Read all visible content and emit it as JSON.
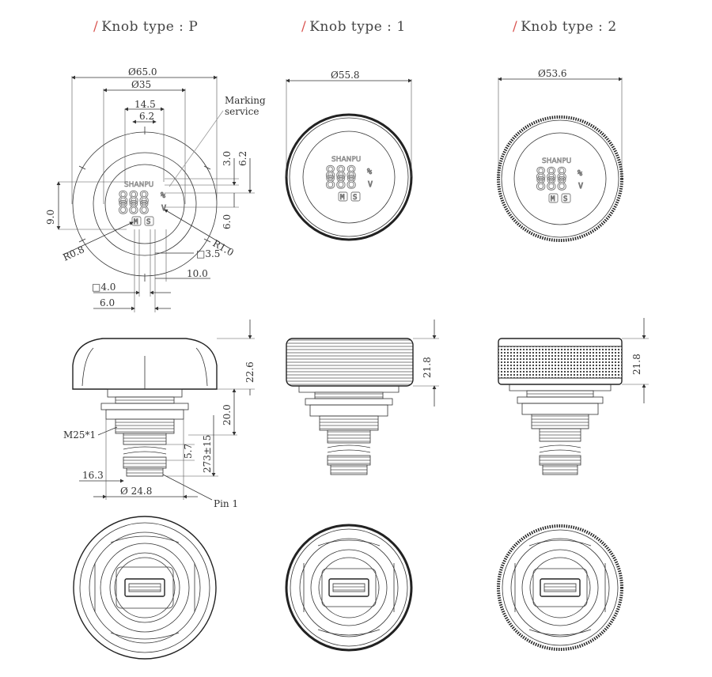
{
  "titles": {
    "p": "Knob type : P",
    "t1": "Knob type : 1",
    "t2": "Knob type : 2",
    "slash": "/"
  },
  "front_p": {
    "d_outer": "Ø65.0",
    "d_inner": "Ø35",
    "w145": "14.5",
    "w62": "6.2",
    "marking1": "Marking",
    "marking2": "service",
    "v30": "3.0",
    "v62": "6.2",
    "v90": "9.0",
    "v60": "6.0",
    "r08": "R0.8",
    "r10": "R1.0",
    "sq35": "□3.5",
    "sq40": "□4.0",
    "w60": "6.0",
    "w100": "10.0"
  },
  "front_1": {
    "d": "Ø55.8"
  },
  "front_2": {
    "d": "Ø53.6"
  },
  "side_p": {
    "h226": "22.6",
    "h200": "20.0",
    "m25": "M25*1",
    "h57": "5.7",
    "cable": "273±15",
    "w163": "16.3",
    "d248": "Ø 24.8",
    "pin1": "Pin 1"
  },
  "side_1": {
    "h": "21.8"
  },
  "side_2": {
    "h": "21.8"
  },
  "display": {
    "brand": "SHANPU",
    "digits": "888",
    "pct": "%",
    "volt": "V",
    "m": "M",
    "s": "S"
  },
  "colors": {
    "accent": "#d9534f",
    "line": "#333333"
  }
}
